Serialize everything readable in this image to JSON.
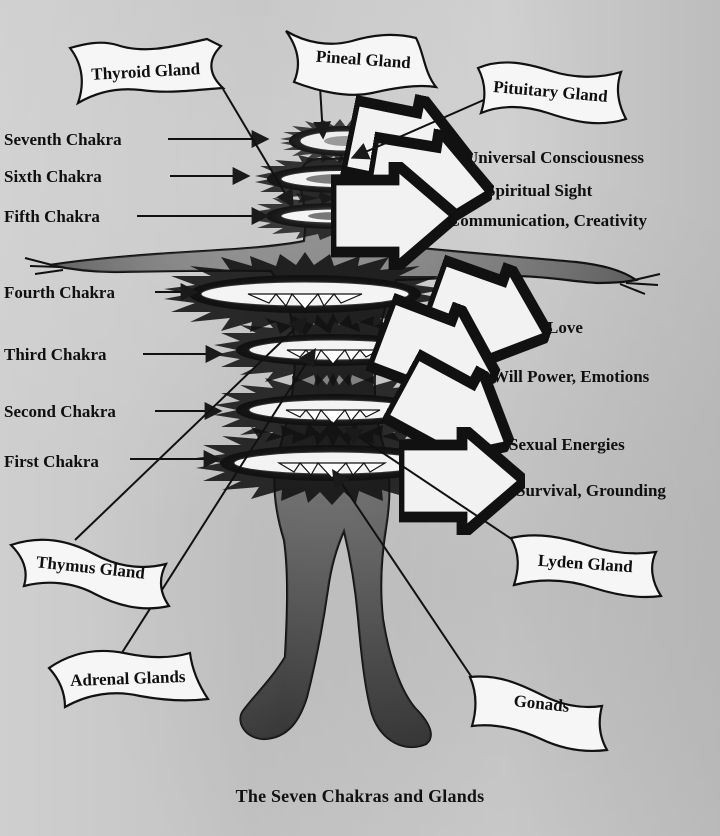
{
  "caption": "The Seven Chakras and Glands",
  "chakras": [
    "Seventh Chakra",
    "Sixth Chakra",
    "Fifth Chakra",
    "Fourth Chakra",
    "Third Chakra",
    "Second Chakra",
    "First Chakra"
  ],
  "outcomes": [
    "Universal Consciousness",
    "Spiritual Sight",
    "Communication, Creativity",
    "Love",
    "Will Power, Emotions",
    "Sexual Energies",
    "Survival, Grounding"
  ],
  "glands": {
    "thyroid": "Thyroid Gland",
    "pineal": "Pineal Gland",
    "pituitary": "Pituitary Gland",
    "thymus": "Thymus Gland",
    "lyden": "Lyden Gland",
    "adrenal": "Adrenal Glands",
    "gonads": "Gonads"
  }
}
